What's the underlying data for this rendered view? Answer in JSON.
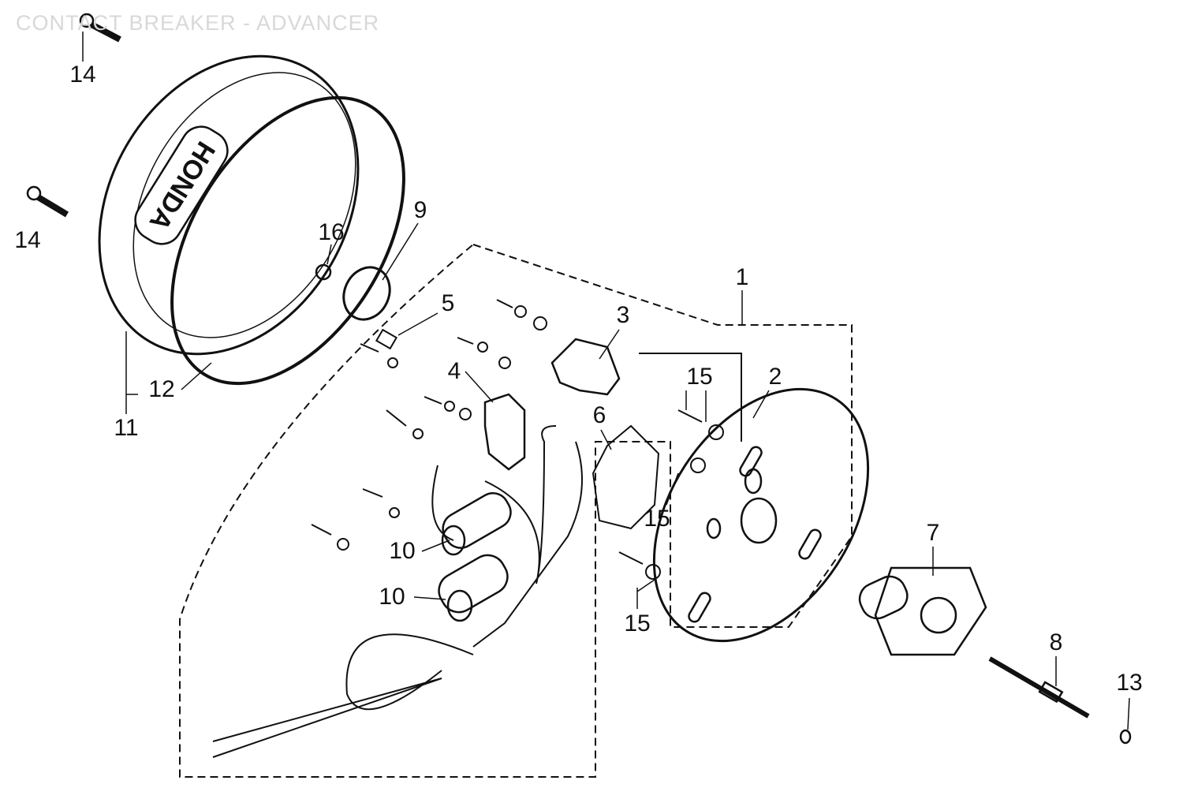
{
  "title": "CONTACT BREAKER - ADVANCER",
  "callouts": [
    {
      "id": "c14a",
      "text": "14"
    },
    {
      "id": "c14b",
      "text": "14"
    },
    {
      "id": "c16",
      "text": "16"
    },
    {
      "id": "c9",
      "text": "9"
    },
    {
      "id": "c5",
      "text": "5"
    },
    {
      "id": "c1",
      "text": "1"
    },
    {
      "id": "c3",
      "text": "3"
    },
    {
      "id": "c4",
      "text": "4"
    },
    {
      "id": "c15a",
      "text": "15"
    },
    {
      "id": "c2",
      "text": "2"
    },
    {
      "id": "c6",
      "text": "6"
    },
    {
      "id": "c12",
      "text": "12"
    },
    {
      "id": "c11",
      "text": "11"
    },
    {
      "id": "c15b",
      "text": "15"
    },
    {
      "id": "c10a",
      "text": "10"
    },
    {
      "id": "c10b",
      "text": "10"
    },
    {
      "id": "c15c",
      "text": "15"
    },
    {
      "id": "c7",
      "text": "7"
    },
    {
      "id": "c8",
      "text": "8"
    },
    {
      "id": "c13",
      "text": "13"
    }
  ],
  "cover_logo": "HONDA"
}
